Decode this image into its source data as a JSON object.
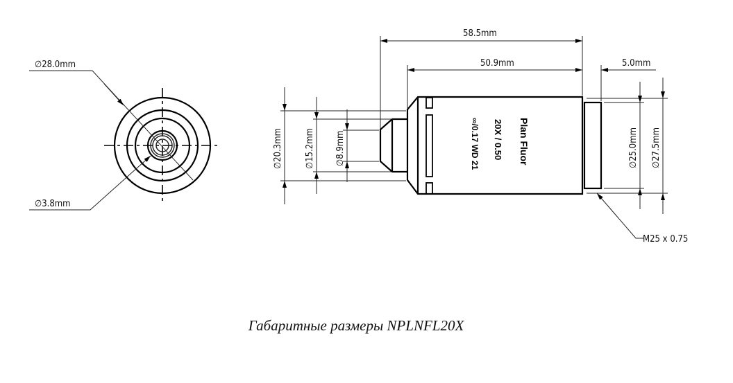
{
  "front_view": {
    "outer_diameter": "∅28.0mm",
    "inner_diameter": "∅3.8mm"
  },
  "side_view": {
    "total_length": "58.5mm",
    "body_length": "50.9mm",
    "thread_length": "5.0mm",
    "dia_20_3": "∅20.3mm",
    "dia_15_2": "∅15.2mm",
    "dia_8_9": "∅8.9mm",
    "dia_25_0": "∅25.0mm",
    "dia_27_5": "∅27.5mm",
    "thread_spec": "M25 x 0.75"
  },
  "objective_label": {
    "line1": "Plan Fluor",
    "line2": "20X / 0.50",
    "line3": "∞/0.17 WD 21"
  },
  "caption": "Габаритные размеры NPLNFL20X"
}
